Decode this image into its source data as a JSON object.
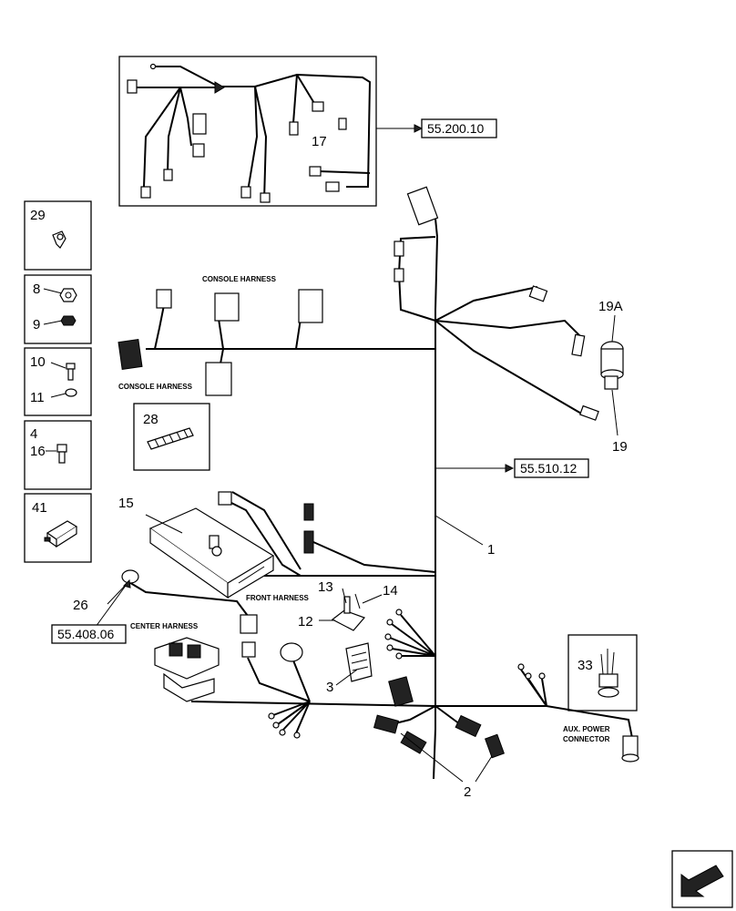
{
  "insets": {
    "i29": "29",
    "i8": "8",
    "i9": "9",
    "i10": "10",
    "i11": "11",
    "i4": "4",
    "i16": "16",
    "i41": "41",
    "i28": "28",
    "i33": "33",
    "i17": "17"
  },
  "callouts": {
    "c1": "1",
    "c2": "2",
    "c3": "3",
    "c12": "12",
    "c13": "13",
    "c14": "14",
    "c15": "15",
    "c19": "19",
    "c19a": "19A",
    "c26": "26"
  },
  "references": {
    "ref_top": "55.200.10",
    "ref_mid": "55.510.12",
    "ref_left": "55.408.06"
  },
  "labels": {
    "console_harness_top": "CONSOLE HARNESS",
    "console_harness_left": "CONSOLE HARNESS",
    "front_harness": "FRONT HARNESS",
    "center_harness": "CENTER HARNESS",
    "aux_power_1": "AUX. POWER",
    "aux_power_2": "CONNECTOR"
  }
}
